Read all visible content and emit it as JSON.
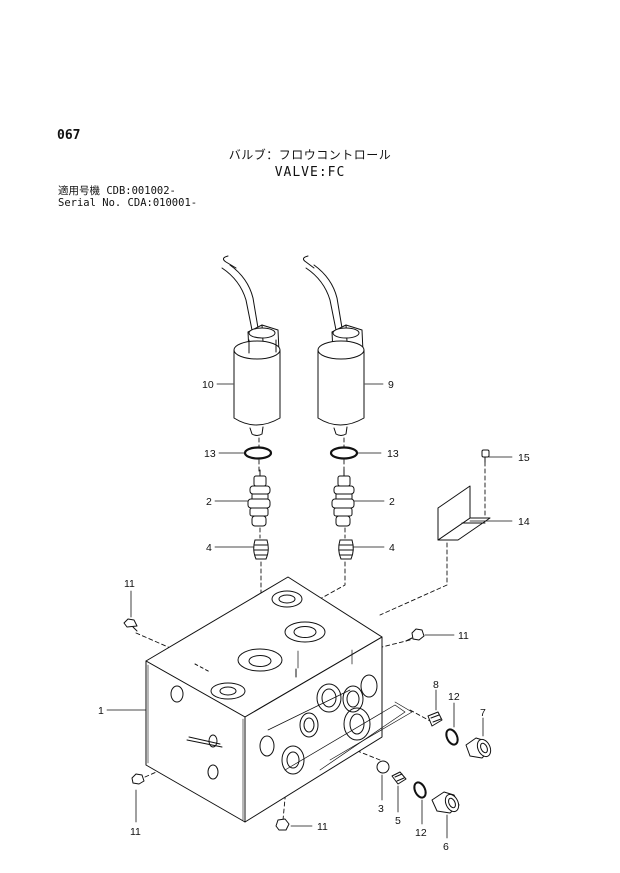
{
  "header": {
    "page_number": "067",
    "title_jp": "バルブ：フロウコントロール",
    "title_en": "VALVE:FC",
    "serial": [
      {
        "label": "適用号機",
        "value": "CDB:001002-"
      },
      {
        "label": "Serial No.",
        "value": "CDA:010001-"
      }
    ]
  },
  "callouts": {
    "c1": "1",
    "c2a": "2",
    "c2b": "2",
    "c3": "3",
    "c4a": "4",
    "c4b": "4",
    "c5": "5",
    "c6": "6",
    "c7": "7",
    "c8": "8",
    "c9": "9",
    "c10": "10",
    "c11a": "11",
    "c11b": "11",
    "c11c": "11",
    "c11d": "11",
    "c12a": "12",
    "c12b": "12",
    "c13a": "13",
    "c13b": "13",
    "c14": "14",
    "c15": "15"
  }
}
